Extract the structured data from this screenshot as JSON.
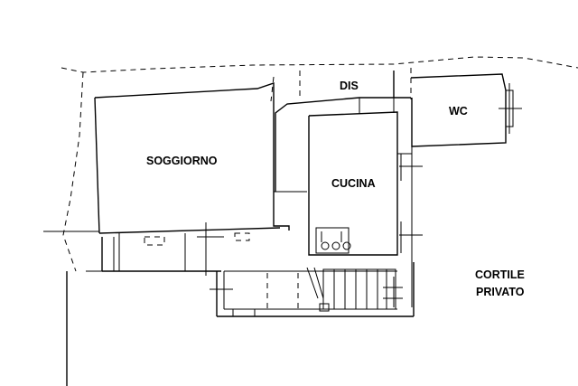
{
  "plan": {
    "rooms": {
      "soggiorno": "SOGGIORNO",
      "dis": "DIS",
      "wc": "WC",
      "cucina": "CUCINA"
    },
    "outside": {
      "line1": "CORTILE",
      "line2": "PRIVATO"
    }
  }
}
